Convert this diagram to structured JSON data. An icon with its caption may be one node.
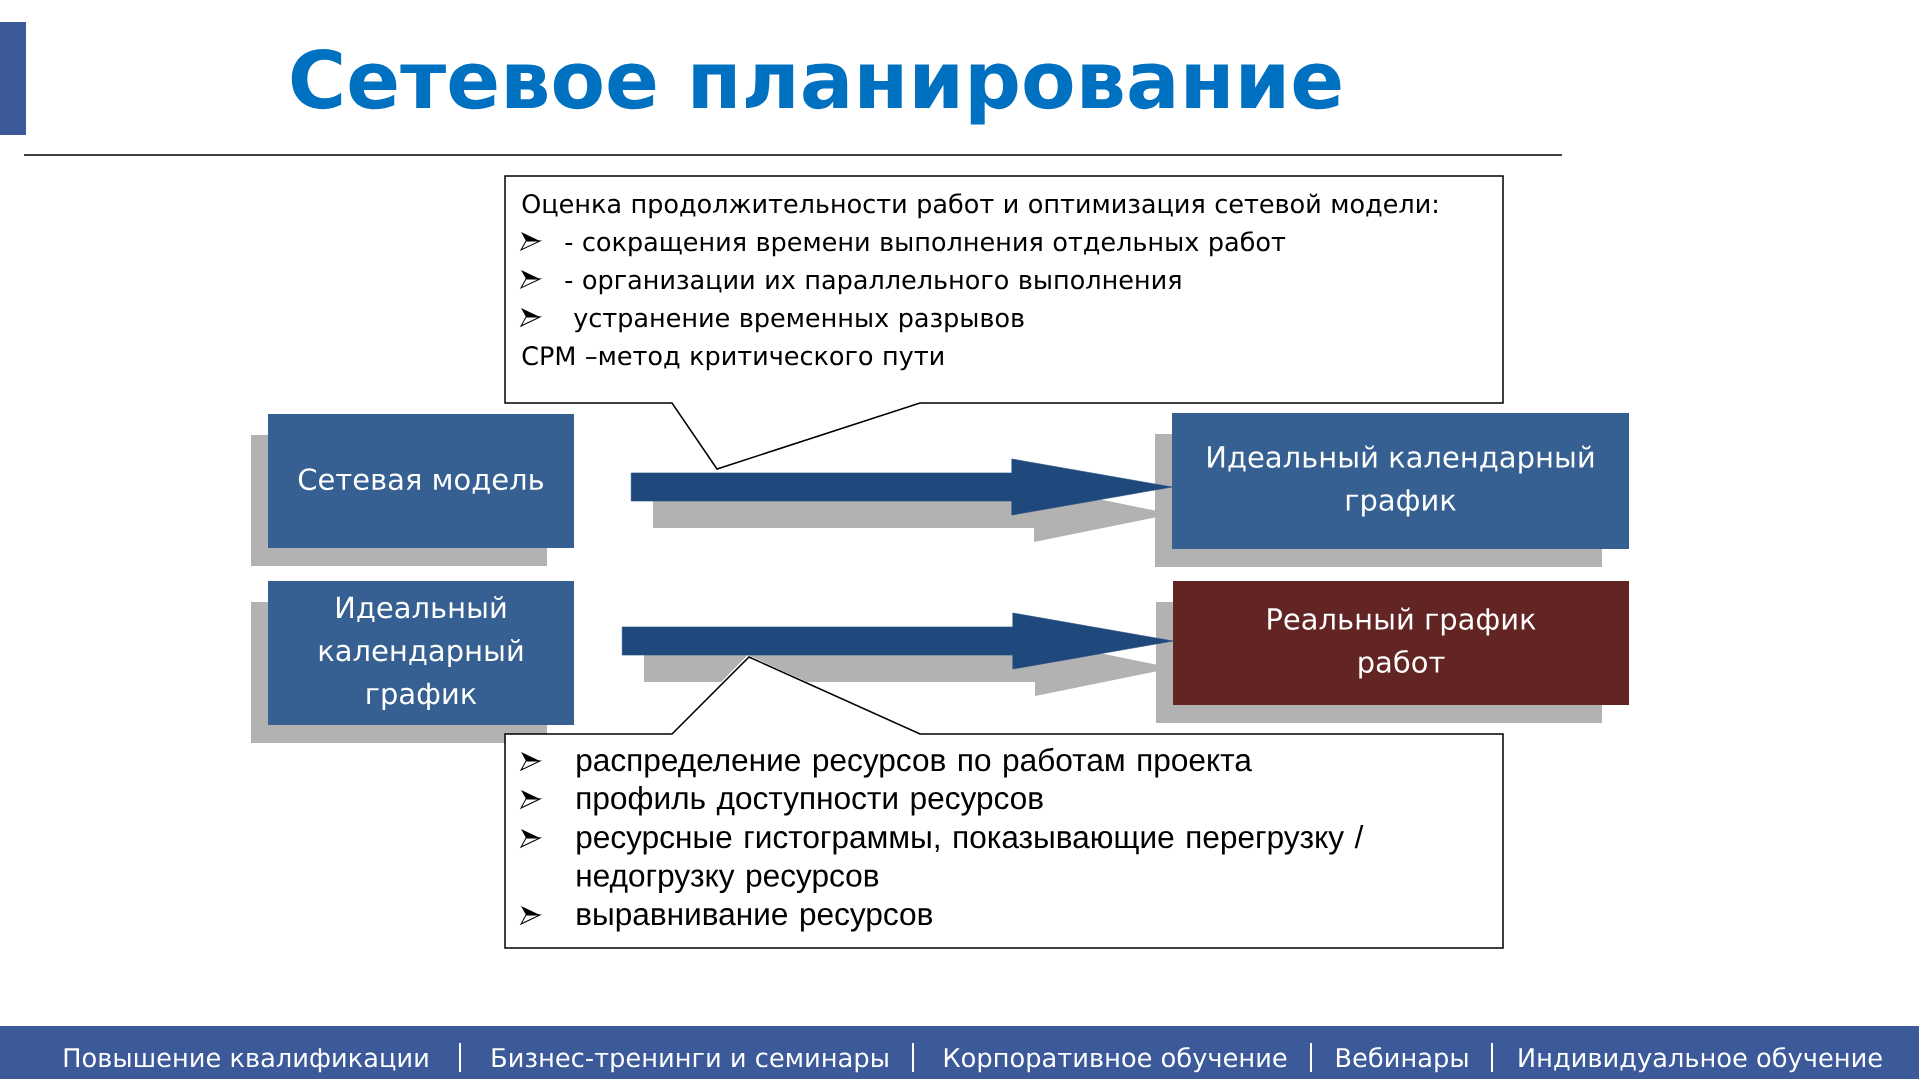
{
  "diagram": {
    "title": "Сетевое планирование",
    "nodes": [
      {
        "text": [
          "Оценка продолжительности работ и оптимизация сетевой модели:",
          "- сокращения времени выполнения отдельных работ",
          "- организации их параллельного выполнения",
          "устранение временных разрывов",
          "CPM –метод критического пути"
        ]
      },
      {
        "text": [
          "Сетевая модель"
        ]
      },
      {
        "text": [
          "Идеальный календарный график"
        ]
      },
      {
        "text": [
          "Идеальный календарный график"
        ]
      },
      {
        "text": [
          "Реальный график работ"
        ]
      },
      {
        "text": [
          "распределение ресурсов по работам проекта",
          "профиль доступности ресурсов",
          "ресурсные гистограммы, показывающие перегрузку / недогрузку ресурсов",
          "выравнивание ресурсов"
        ]
      }
    ],
    "edges": [
      {
        "from": 1,
        "to": 2,
        "arrow": "to"
      },
      {
        "from": 3,
        "to": 4,
        "arrow": "to"
      }
    ],
    "labels": [
      "Повышение квалификации",
      "Бизнес-тренинги и семинары",
      "Корпоративное обучение",
      "Вебинары",
      "Индивидуальное обучение"
    ]
  }
}
